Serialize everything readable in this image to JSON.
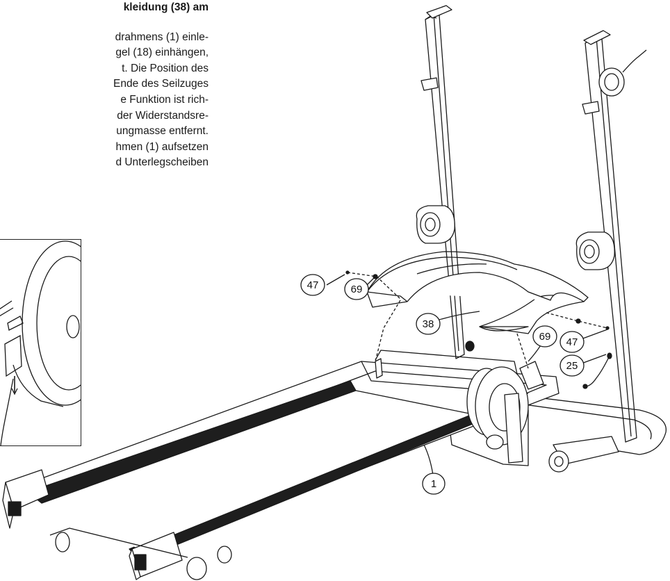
{
  "instruction": {
    "heading": "kleidung (38) am",
    "lines": [
      "drahmens (1) einle-",
      "gel (18) einhängen,",
      "t. Die Position des",
      "Ende des Seilzuges",
      "e Funktion ist rich-",
      "der Widerstandsre-",
      "ungmasse entfernt.",
      "hmen (1) aufsetzen",
      "d Unterlegscheiben"
    ]
  },
  "callouts": [
    "47",
    "69",
    "38",
    "69",
    "47",
    "25",
    "1"
  ],
  "colors": {
    "line": "#1a1a1a",
    "belt": "#2a2a2a",
    "paper": "#ffffff"
  }
}
